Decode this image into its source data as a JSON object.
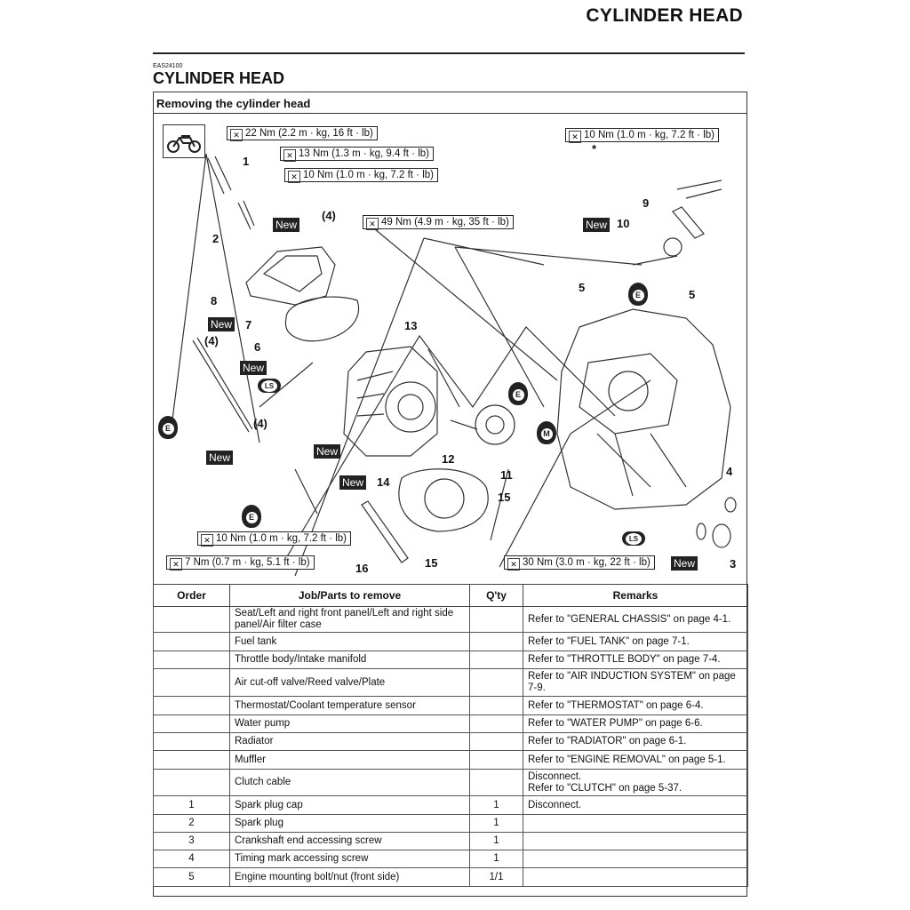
{
  "header": {
    "running_title": "CYLINDER HEAD",
    "section_code": "EAS24100",
    "section_title": "CYLINDER HEAD"
  },
  "procedure": {
    "title": "Removing the cylinder head"
  },
  "diagram": {
    "torques": [
      "22 Nm (2.2 m · kg, 16 ft · lb)",
      "13 Nm (1.3 m · kg, 9.4 ft · lb)",
      "10 Nm (1.0 m · kg, 7.2 ft · lb)",
      "49 Nm (4.9 m · kg, 35 ft · lb)",
      "10 Nm (1.0 m · kg, 7.2 ft · lb)",
      "10 Nm (1.0 m · kg, 7.2 ft · lb)",
      "7 Nm (0.7 m · kg, 5.1 ft · lb)",
      "30 Nm (3.0 m · kg, 22 ft · lb)"
    ],
    "new_label": "New",
    "qty_note": "(4)",
    "engine_oil_symbol": "E",
    "moly_oil_symbol": "M",
    "lithium_grease_symbol": "LS",
    "asterisk": "*",
    "callouts": [
      "1",
      "2",
      "3",
      "4",
      "5",
      "5",
      "6",
      "7",
      "8",
      "9",
      "10",
      "11",
      "12",
      "13",
      "14",
      "15",
      "15",
      "16"
    ]
  },
  "table": {
    "headers": [
      "Order",
      "Job/Parts to remove",
      "Q'ty",
      "Remarks"
    ],
    "rows": [
      {
        "order": "",
        "part": "Seat/Left and right front panel/Left and right side panel/Air filter case",
        "qty": "",
        "remarks": "Refer to \"GENERAL CHASSIS\" on page 4-1."
      },
      {
        "order": "",
        "part": "Fuel tank",
        "qty": "",
        "remarks": "Refer to \"FUEL TANK\" on page 7-1."
      },
      {
        "order": "",
        "part": "Throttle body/Intake manifold",
        "qty": "",
        "remarks": "Refer to \"THROTTLE BODY\" on page 7-4."
      },
      {
        "order": "",
        "part": "Air cut-off valve/Reed valve/Plate",
        "qty": "",
        "remarks": "Refer to \"AIR INDUCTION SYSTEM\" on page 7-9."
      },
      {
        "order": "",
        "part": "Thermostat/Coolant temperature sensor",
        "qty": "",
        "remarks": "Refer to \"THERMOSTAT\" on page 6-4."
      },
      {
        "order": "",
        "part": "Water pump",
        "qty": "",
        "remarks": "Refer to \"WATER PUMP\" on page 6-6."
      },
      {
        "order": "",
        "part": "Radiator",
        "qty": "",
        "remarks": "Refer to \"RADIATOR\" on page 6-1."
      },
      {
        "order": "",
        "part": "Muffler",
        "qty": "",
        "remarks": "Refer to \"ENGINE REMOVAL\" on page 5-1."
      },
      {
        "order": "",
        "part": "Clutch cable",
        "qty": "",
        "remarks": "Disconnect.\nRefer to \"CLUTCH\" on page 5-37."
      },
      {
        "order": "1",
        "part": "Spark plug cap",
        "qty": "1",
        "remarks": "Disconnect."
      },
      {
        "order": "2",
        "part": "Spark plug",
        "qty": "1",
        "remarks": ""
      },
      {
        "order": "3",
        "part": "Crankshaft end accessing screw",
        "qty": "1",
        "remarks": ""
      },
      {
        "order": "4",
        "part": "Timing mark accessing screw",
        "qty": "1",
        "remarks": ""
      },
      {
        "order": "5",
        "part": "Engine mounting bolt/nut (front side)",
        "qty": "1/1",
        "remarks": ""
      }
    ]
  }
}
